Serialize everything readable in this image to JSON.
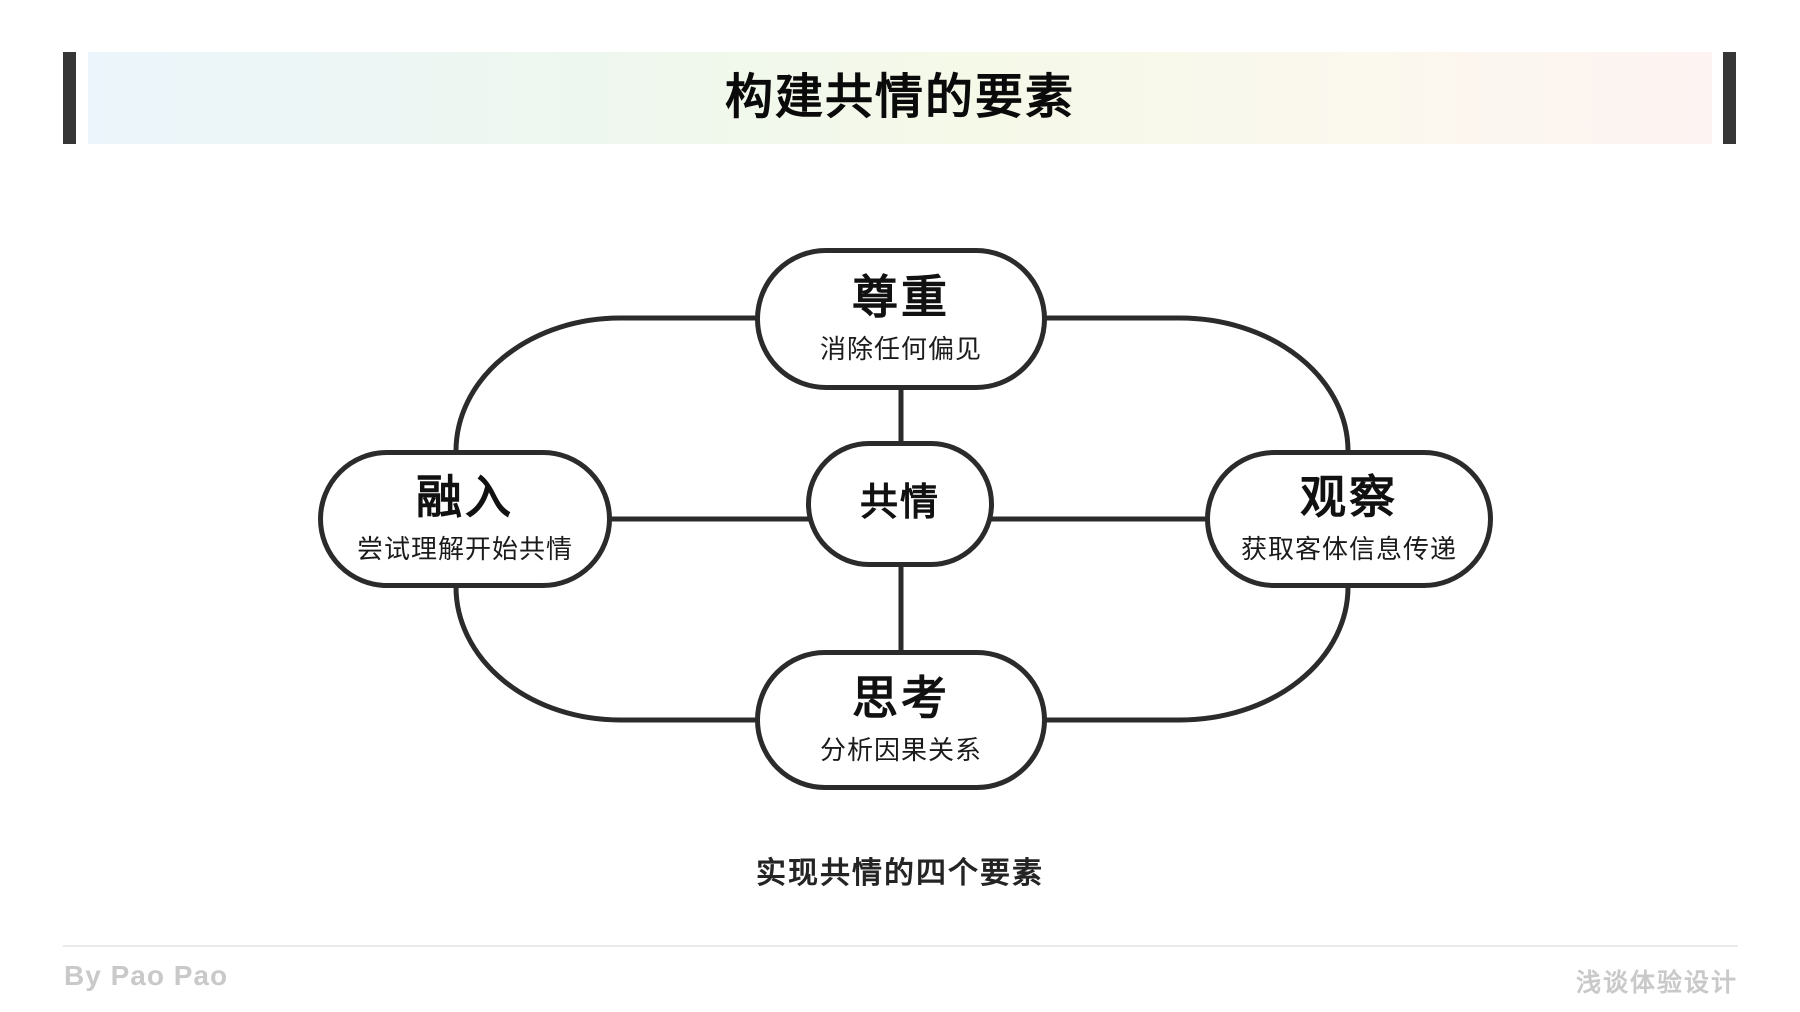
{
  "header": {
    "title": "构建共情的要素"
  },
  "diagram": {
    "center": {
      "label": "共情"
    },
    "nodes": [
      {
        "id": "top",
        "label": "尊重",
        "sublabel": "消除任何偏见"
      },
      {
        "id": "left",
        "label": "融入",
        "sublabel": "尝试理解开始共情"
      },
      {
        "id": "right",
        "label": "观察",
        "sublabel": "获取客体信息传递"
      },
      {
        "id": "bottom",
        "label": "思考",
        "sublabel": "分析因果关系"
      }
    ],
    "caption": "实现共情的四个要素"
  },
  "footer": {
    "author": "By Pao Pao",
    "brand": "浅谈体验设计"
  },
  "colors": {
    "line": "#2b2b2b",
    "bar": "#363636",
    "muted": "#c9c9c9",
    "g1": "#ecf5fb",
    "g2": "#eef7ef",
    "g3": "#f5f9e8",
    "g4": "#fbf8ee",
    "g5": "#fdf3f2"
  }
}
